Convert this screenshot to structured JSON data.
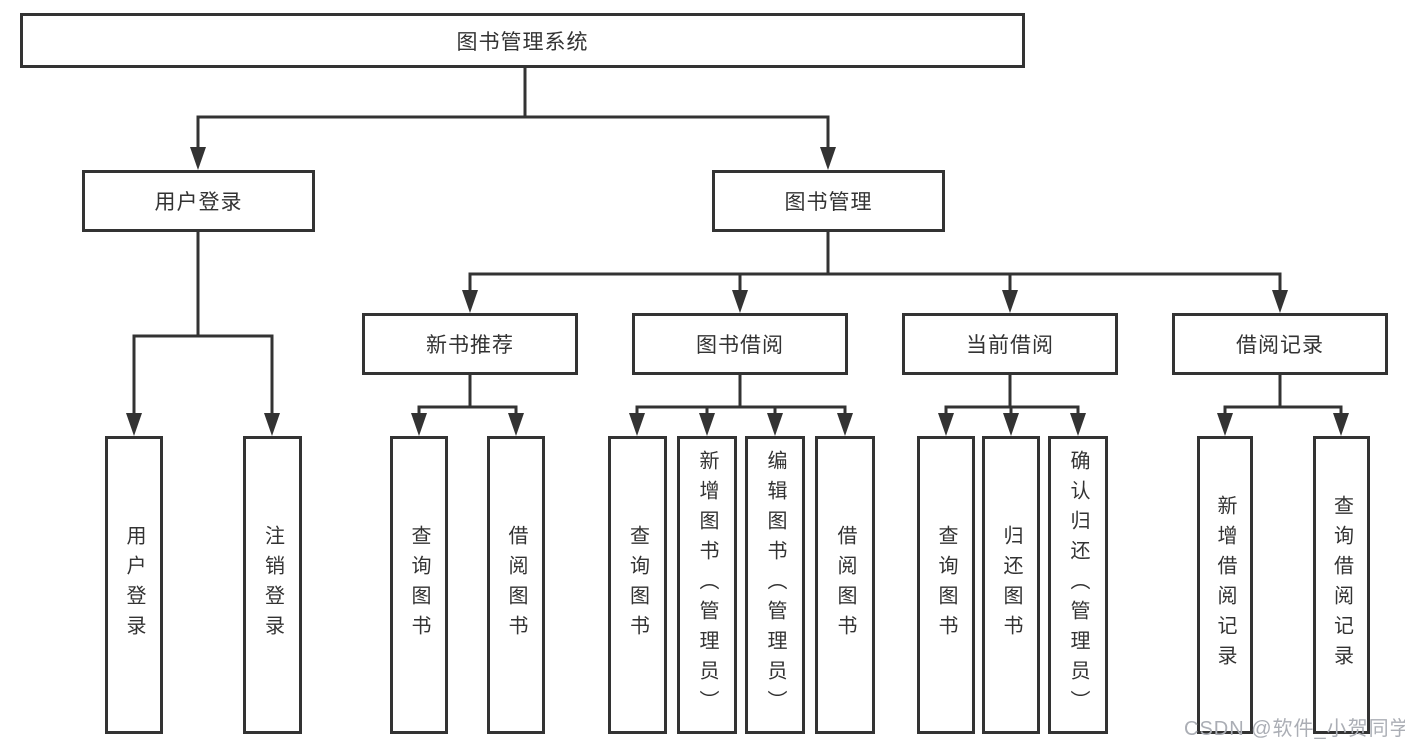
{
  "tree": {
    "root": {
      "label": "图书管理系统"
    },
    "children": [
      {
        "label": "用户登录",
        "children": [
          {
            "label": "用户登录"
          },
          {
            "label": "注销登录"
          }
        ]
      },
      {
        "label": "图书管理",
        "children": [
          {
            "label": "新书推荐",
            "children": [
              {
                "label": "查询图书"
              },
              {
                "label": "借阅图书"
              }
            ]
          },
          {
            "label": "图书借阅",
            "children": [
              {
                "label": "查询图书"
              },
              {
                "label": "新增图书（管理员）"
              },
              {
                "label": "编辑图书（管理员）"
              },
              {
                "label": "借阅图书"
              }
            ]
          },
          {
            "label": "当前借阅",
            "children": [
              {
                "label": "查询图书"
              },
              {
                "label": "归还图书"
              },
              {
                "label": "确认归还（管理员）"
              }
            ]
          },
          {
            "label": "借阅记录",
            "children": [
              {
                "label": "新增借阅记录"
              },
              {
                "label": "查询借阅记录"
              }
            ]
          }
        ]
      }
    ]
  },
  "watermark": {
    "text": "CSDN @软件_小贺同学"
  },
  "colors": {
    "line": "#333333",
    "box_border": "#333333",
    "text": "#333333",
    "background": "#ffffff",
    "watermark": "#abaeb5"
  }
}
